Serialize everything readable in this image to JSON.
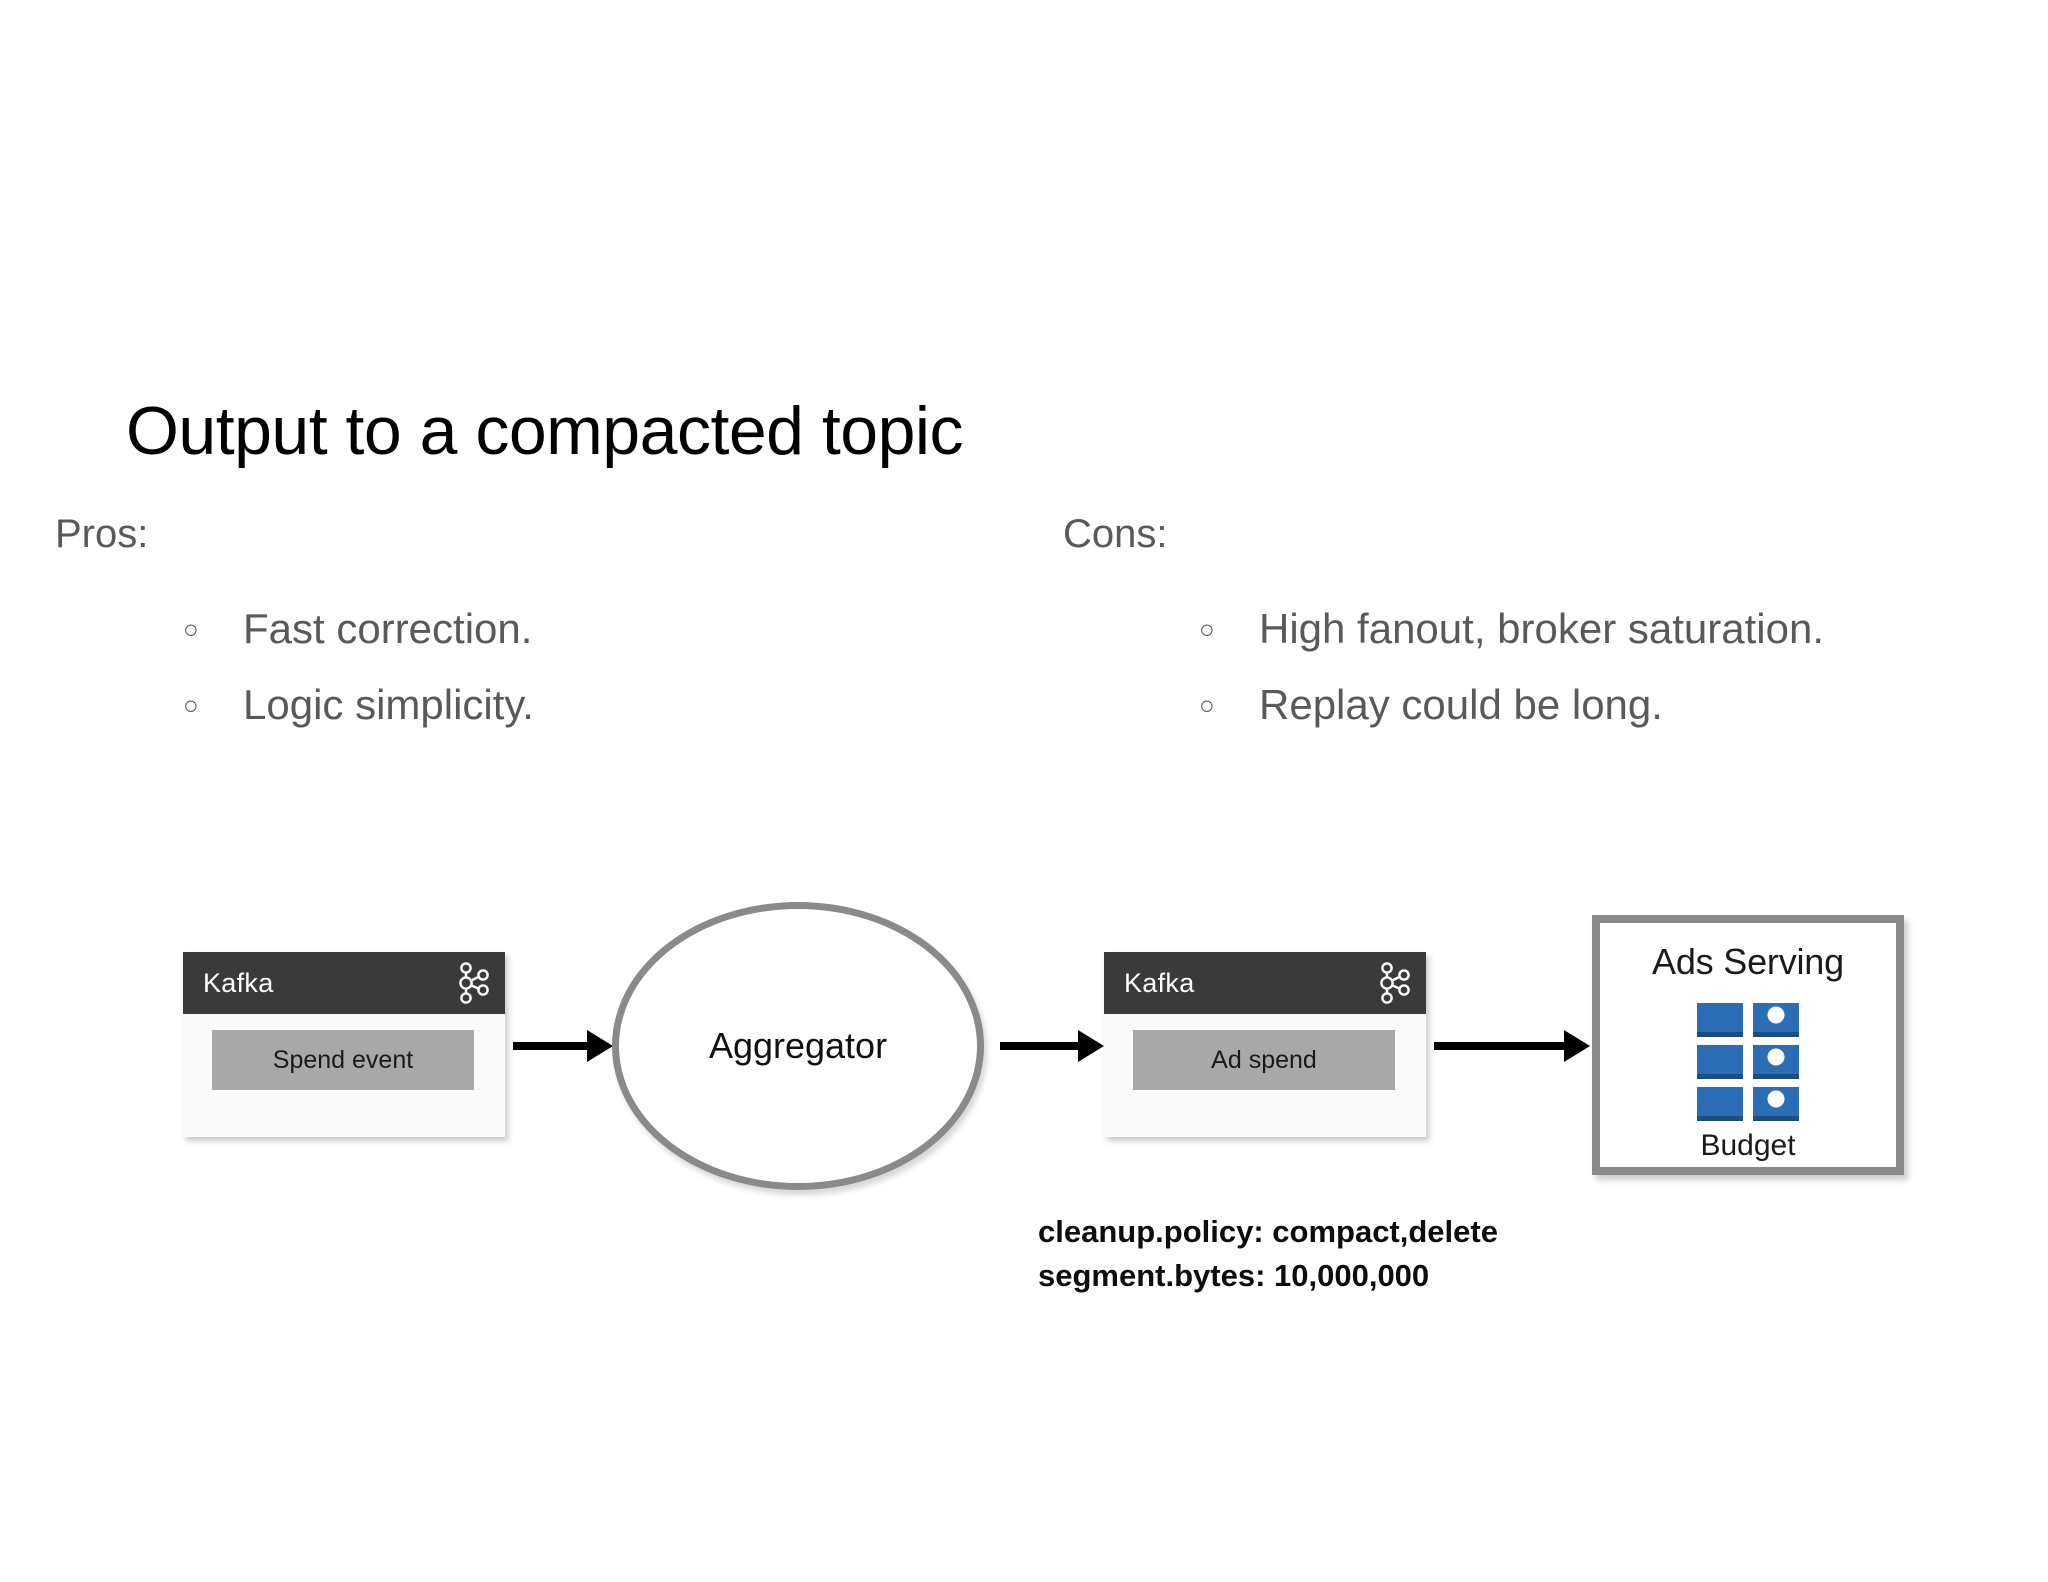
{
  "slide": {
    "title": "Output to a compacted topic",
    "background_color": "#ffffff"
  },
  "pros": {
    "heading": "Pros:",
    "bullet_marker": "○",
    "items": [
      {
        "text": "Fast correction."
      },
      {
        "text": "Logic simplicity."
      }
    ]
  },
  "cons": {
    "heading": "Cons:",
    "bullet_marker": "○",
    "items": [
      {
        "text": "High fanout, broker saturation."
      },
      {
        "text": "Replay could be long."
      }
    ]
  },
  "diagram": {
    "type": "flow",
    "nodes": [
      {
        "id": "kafka-source",
        "kind": "kafka-card",
        "header_label": "Kafka",
        "icon": "kafka-logo-icon",
        "topic_label": "Spend event",
        "header_color": "#3a3a3a",
        "topic_color": "#a8a8a8"
      },
      {
        "id": "aggregator",
        "kind": "ellipse",
        "label": "Aggregator",
        "border_color": "#8a8a8a"
      },
      {
        "id": "kafka-sink",
        "kind": "kafka-card",
        "header_label": "Kafka",
        "icon": "kafka-logo-icon",
        "topic_label": "Ad spend",
        "header_color": "#3a3a3a",
        "topic_color": "#a8a8a8"
      },
      {
        "id": "ads-serving",
        "kind": "box",
        "title": "Ads Serving",
        "icon": "budget-store-icon",
        "icon_color": "#2b6eb5",
        "caption": "Budget",
        "border_color": "#8a8a8a"
      }
    ],
    "edges": [
      {
        "from": "kafka-source",
        "to": "aggregator",
        "style": "solid-arrow",
        "color": "#000000"
      },
      {
        "from": "aggregator",
        "to": "kafka-sink",
        "style": "solid-arrow",
        "color": "#000000"
      },
      {
        "from": "kafka-sink",
        "to": "ads-serving",
        "style": "solid-arrow",
        "color": "#000000"
      }
    ],
    "annotation": {
      "line1": "cleanup.policy: compact,delete",
      "line2": "segment.bytes: 10,000,000"
    }
  }
}
